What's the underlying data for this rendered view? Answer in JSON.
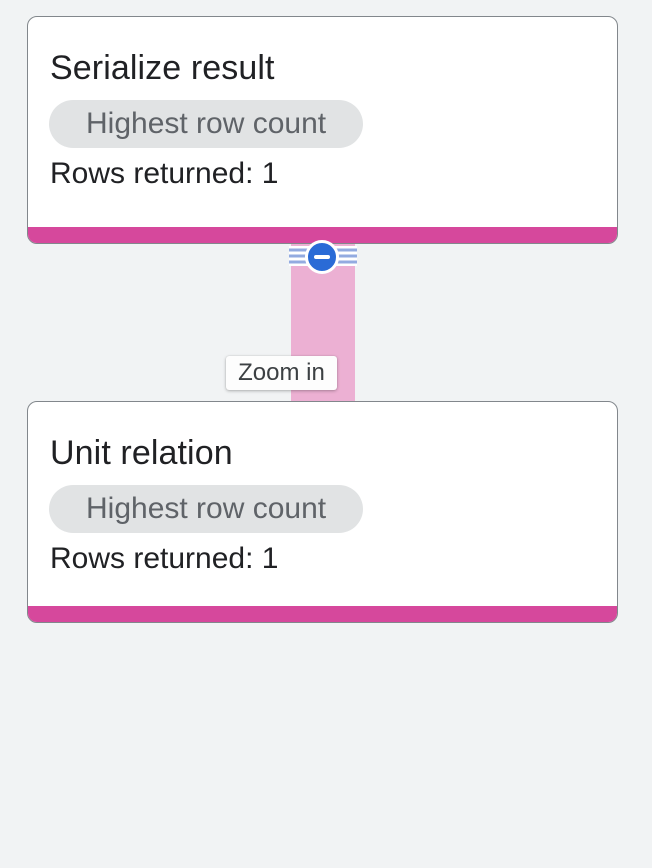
{
  "page": {
    "background_color": "#f1f3f4"
  },
  "plan": {
    "nodes": [
      {
        "title": "Serialize result",
        "badge": "Highest row count",
        "rows_returned_label": "Rows returned: 1",
        "accent_color": "#d6489c"
      },
      {
        "title": "Unit relation",
        "badge": "Highest row count",
        "rows_returned_label": "Rows returned: 1",
        "accent_color": "#d6489c"
      }
    ],
    "edge": {
      "tooltip": "Zoom in",
      "fill_color": "#ecb0d3",
      "stripe_color": "#93abe0",
      "collapse_button_color": "#2a6bd6",
      "collapse_icon": "minus-circle-icon"
    }
  }
}
